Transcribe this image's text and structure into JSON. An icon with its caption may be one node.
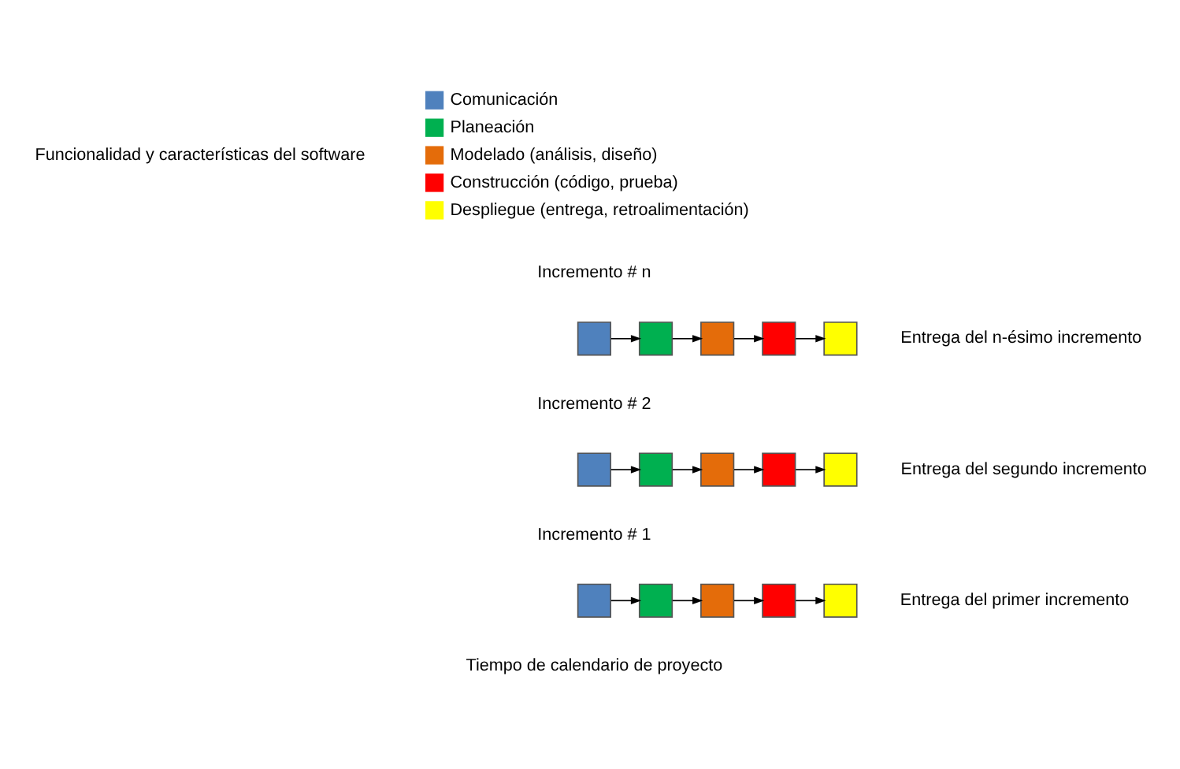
{
  "diagram": {
    "nodes": [
      {
        "text": [],
        "shape": "box"
      },
      {
        "text": [],
        "shape": "box"
      },
      {
        "text": [],
        "shape": "box"
      },
      {
        "text": [],
        "shape": "box"
      },
      {
        "text": [],
        "shape": "box",
        "beside": [
          "Entrega del n-ésimo incremento"
        ]
      },
      {
        "text": [],
        "shape": "box"
      },
      {
        "text": [],
        "shape": "box"
      },
      {
        "text": [],
        "shape": "box"
      },
      {
        "text": [],
        "shape": "box"
      },
      {
        "text": [],
        "shape": "box",
        "beside": [
          "Entrega del segundo incremento"
        ]
      },
      {
        "text": [],
        "shape": "box"
      },
      {
        "text": [],
        "shape": "box"
      },
      {
        "text": [],
        "shape": "box"
      },
      {
        "text": [],
        "shape": "box"
      },
      {
        "text": [],
        "shape": "box",
        "beside": [
          "Entrega del primer incremento"
        ]
      }
    ],
    "edges": [
      {
        "from": 0,
        "to": 1,
        "arrow": "to"
      },
      {
        "from": 1,
        "to": 2,
        "arrow": "to"
      },
      {
        "from": 2,
        "to": 3,
        "arrow": "to"
      },
      {
        "from": 3,
        "to": 4,
        "arrow": "to"
      },
      {
        "from": 5,
        "to": 6,
        "arrow": "to"
      },
      {
        "from": 6,
        "to": 7,
        "arrow": "to"
      },
      {
        "from": 7,
        "to": 8,
        "arrow": "to"
      },
      {
        "from": 8,
        "to": 9,
        "arrow": "to"
      },
      {
        "from": 10,
        "to": 11,
        "arrow": "to"
      },
      {
        "from": 11,
        "to": 12,
        "arrow": "to"
      },
      {
        "from": 12,
        "to": 13,
        "arrow": "to"
      },
      {
        "from": 13,
        "to": 14,
        "arrow": "to"
      }
    ],
    "labels": [
      "Funcionalidad y características del software",
      "Incremento # n",
      "Incremento # 2",
      "Incremento # 1",
      "Tiempo de calendario de proyecto"
    ],
    "legend": [
      {
        "text": "Comunicación",
        "color": "#4f81bd"
      },
      {
        "text": "Planeación",
        "color": "#00b050"
      },
      {
        "text": "Modelado (análisis, diseño)",
        "color": "#e46c0a"
      },
      {
        "text": "Construcción (código, prueba)",
        "color": "#ff0000"
      },
      {
        "text": "Despliegue (entrega, retroalimentación)",
        "color": "#ffff00"
      }
    ]
  }
}
